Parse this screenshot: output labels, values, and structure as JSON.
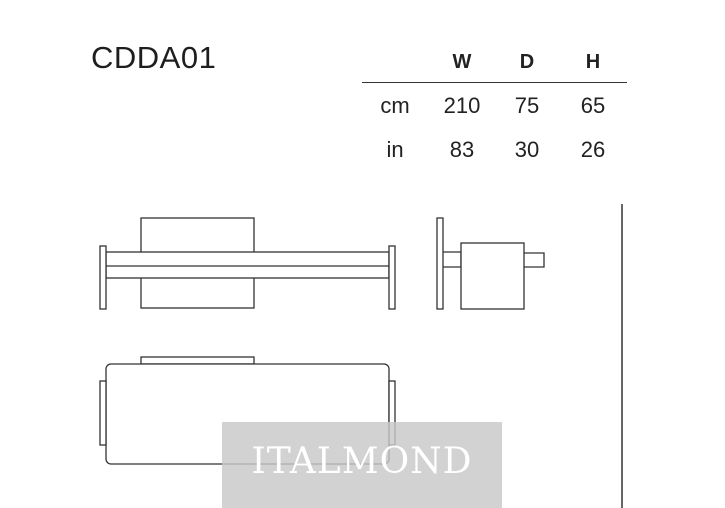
{
  "model": {
    "code": "CDDA01"
  },
  "dimensions": {
    "headers": [
      "",
      "W",
      "D",
      "H"
    ],
    "rows": [
      {
        "unit": "cm",
        "values": [
          "210",
          "75",
          "65"
        ]
      },
      {
        "unit": "in",
        "values": [
          "83",
          "30",
          "26"
        ]
      }
    ]
  },
  "watermark": {
    "text": "ITALMOND"
  },
  "colors": {
    "line": "#333333",
    "text": "#222222",
    "watermark_bg": "#c8c8c8",
    "watermark_text": "#ffffff"
  }
}
